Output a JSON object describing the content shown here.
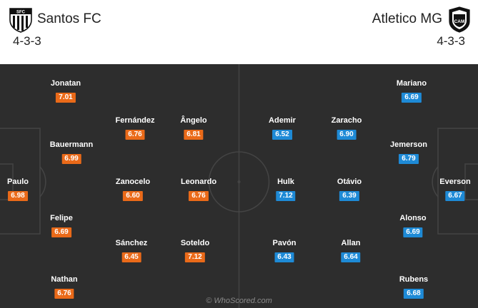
{
  "home": {
    "name": "Santos FC",
    "formation": "4-3-3",
    "crest_icon": "santos-crest-icon",
    "rating_color": "#ea6a19",
    "players": [
      {
        "name": "Jonatan",
        "rating": "7.01"
      },
      {
        "name": "Fernández",
        "rating": "6.76"
      },
      {
        "name": "Ângelo",
        "rating": "6.81"
      },
      {
        "name": "Bauermann",
        "rating": "6.99"
      },
      {
        "name": "Paulo",
        "rating": "6.98"
      },
      {
        "name": "Zanocelo",
        "rating": "6.60"
      },
      {
        "name": "Leonardo",
        "rating": "6.76"
      },
      {
        "name": "Felipe",
        "rating": "6.69"
      },
      {
        "name": "Sánchez",
        "rating": "6.45"
      },
      {
        "name": "Soteldo",
        "rating": "7.12"
      },
      {
        "name": "Nathan",
        "rating": "6.76"
      }
    ]
  },
  "away": {
    "name": "Atletico MG",
    "formation": "4-3-3",
    "crest_icon": "atletico-mg-crest-icon",
    "rating_color": "#1e8ad6",
    "players": [
      {
        "name": "Mariano",
        "rating": "6.69"
      },
      {
        "name": "Ademir",
        "rating": "6.52"
      },
      {
        "name": "Zaracho",
        "rating": "6.90"
      },
      {
        "name": "Jemerson",
        "rating": "6.79"
      },
      {
        "name": "Hulk",
        "rating": "7.12"
      },
      {
        "name": "Otávio",
        "rating": "6.39"
      },
      {
        "name": "Everson",
        "rating": "6.67"
      },
      {
        "name": "Alonso",
        "rating": "6.69"
      },
      {
        "name": "Pavón",
        "rating": "6.43"
      },
      {
        "name": "Allan",
        "rating": "6.64"
      },
      {
        "name": "Rubens",
        "rating": "6.68"
      }
    ]
  },
  "watermark": "© WhoScored.com"
}
